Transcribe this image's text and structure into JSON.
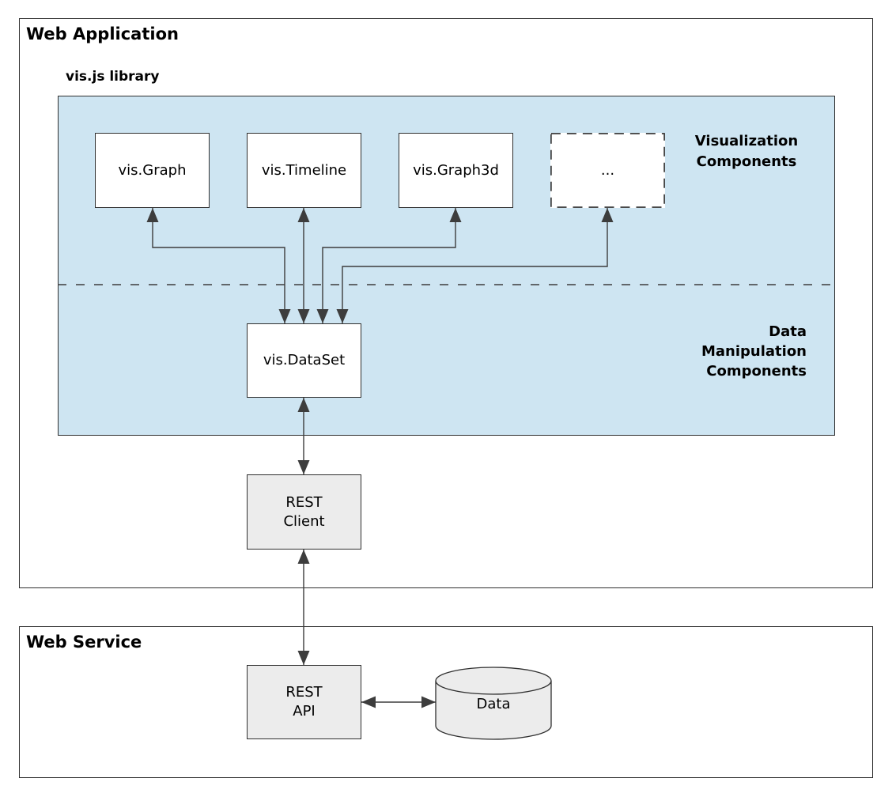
{
  "colors": {
    "panel_blue": "#cee5f2",
    "box_gray": "#ececec",
    "border_dark": "#2f2f2f",
    "arrow_gray": "#3d3d3d",
    "text_black": "#000000"
  },
  "web_application": {
    "title": "Web Application",
    "vis_library": {
      "title": "vis.js library",
      "visualization_section_label": "Visualization\nComponents",
      "data_section_label": "Data\nManipulation\nComponents",
      "components": [
        "vis.Graph",
        "vis.Timeline",
        "vis.Graph3d",
        "..."
      ],
      "dataset_label": "vis.DataSet"
    },
    "rest_client_label": "REST\nClient"
  },
  "web_service": {
    "title": "Web Service",
    "rest_api_label": "REST\nAPI",
    "data_store_label": "Data"
  }
}
